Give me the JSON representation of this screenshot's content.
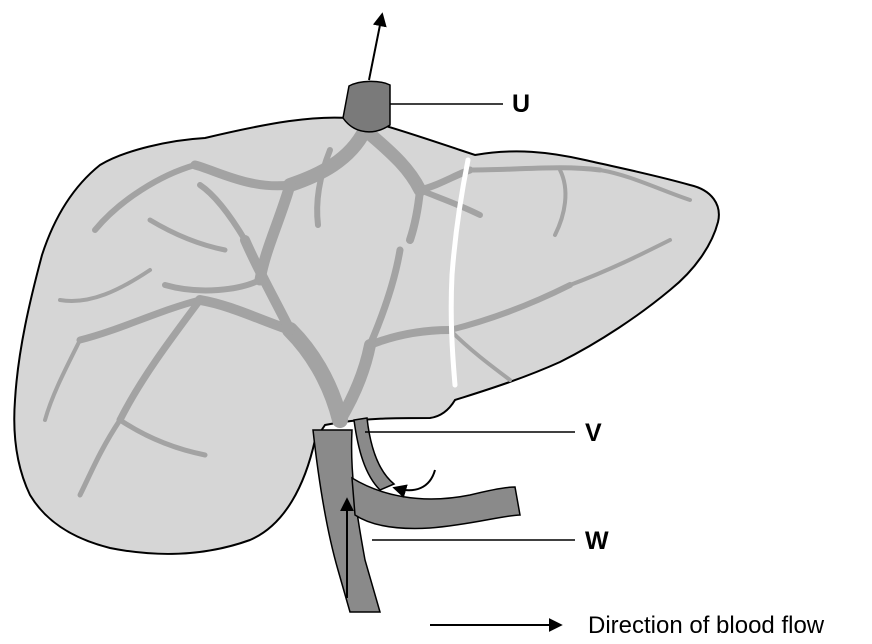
{
  "labels": {
    "u": "U",
    "v": "V",
    "w": "W"
  },
  "legend": {
    "text": "Direction of blood flow"
  },
  "colors": {
    "liver_fill": "#d6d6d6",
    "vessel_fill": "#a3a3a3",
    "vessel_dark": "#7a7a7a",
    "outline": "#000000",
    "divider": "#ffffff"
  }
}
